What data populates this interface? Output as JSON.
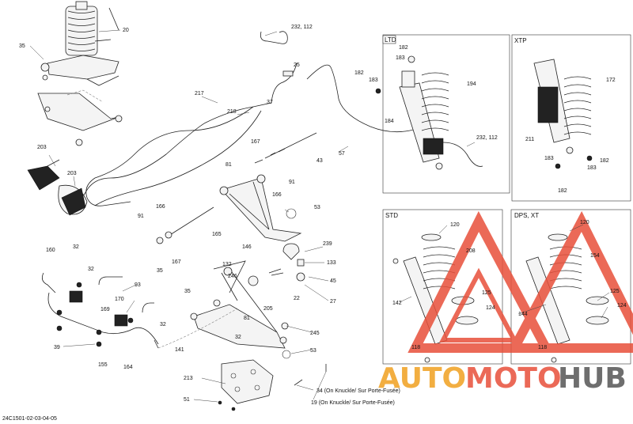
{
  "panels": {
    "ltd": "LTD",
    "xtp": "XTP",
    "std": "STD",
    "dps_xt": "DPS, XT"
  },
  "callouts": {
    "c20": "20",
    "c35a": "35",
    "c37": "37",
    "c25": "25",
    "c232a": "232, 112",
    "c217": "217",
    "c218": "218",
    "c203a": "203",
    "c203b": "203",
    "c167a": "167",
    "c81a": "81",
    "c166a": "166",
    "c91a": "91",
    "c43": "43",
    "c57": "57",
    "c232b": "232, 112",
    "c182a": "182",
    "c183a": "183",
    "c182b": "182",
    "c183b": "183",
    "c194": "194",
    "c184": "184",
    "c172": "172",
    "c211": "211",
    "c183c": "183",
    "c182c": "182",
    "c183d": "183",
    "c182d": "182",
    "c53a": "53",
    "c166b": "166",
    "c91b": "91",
    "c165": "165",
    "c146": "146",
    "c167b": "167",
    "c35b": "35",
    "c239": "239",
    "c133": "133",
    "c45": "45",
    "c27": "27",
    "c160": "160",
    "c32a": "32",
    "c32b": "32",
    "c93": "93",
    "c170": "170",
    "c169": "169",
    "c32c": "32",
    "c39": "39",
    "c155": "155",
    "c164": "164",
    "c132": "132",
    "c246": "246",
    "c35c": "35",
    "c205": "205",
    "c22": "22",
    "c81b": "81",
    "c32d": "32",
    "c141": "141",
    "c245": "245",
    "c53b": "53",
    "c213": "213",
    "c51": "51",
    "c34": "34 (On Knuckle/ Sur Porte-Fusée)",
    "c19": "19 (On Knuckle/ Sur Porte-Fusée)",
    "c120a": "120",
    "c208": "208",
    "c142": "142",
    "c125a": "125",
    "c124a": "124",
    "c118a": "118",
    "c120b": "120",
    "c154": "154",
    "c144": "144",
    "c125b": "125",
    "c124b": "124",
    "c118b": "118"
  },
  "footer_code": "24C1501-02-03-04-05",
  "watermark": {
    "text_auto": "AUTO",
    "text_moto": "MOTO",
    "text_hub": "HUB",
    "color_primary": "#e8503a",
    "color_secondary": "#f0a020",
    "color_dark": "#555555"
  }
}
